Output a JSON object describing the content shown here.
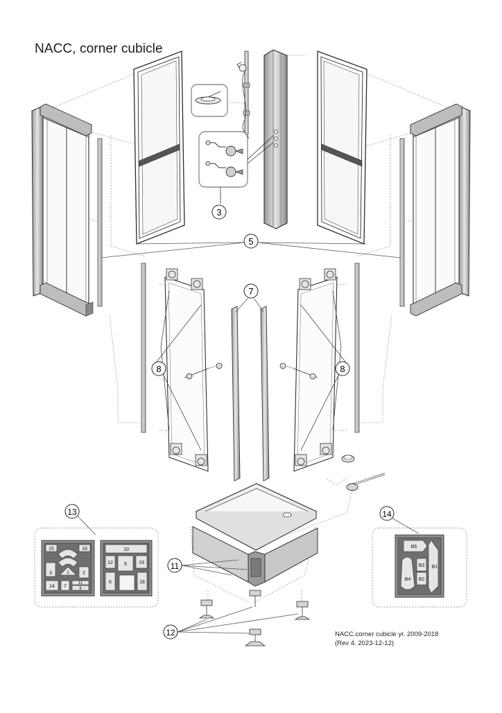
{
  "title": "NACC, corner cubicle",
  "footer": {
    "line1": "NACC.corner cubicle yr. 2009-2018",
    "line2": "(Rev 4. 2023-12-12)"
  },
  "callouts": {
    "c3": "3",
    "c5": "5",
    "c7": "7",
    "c8a": "8",
    "c8b": "8",
    "c11": "11",
    "c12": "12",
    "c13": "13",
    "c14": "14"
  },
  "kit13": {
    "left": [
      "15",
      "16",
      "3",
      "1",
      "2",
      "14",
      "7",
      "11",
      "8"
    ],
    "right": [
      "10",
      "12",
      "5",
      "19",
      "6",
      "18"
    ]
  },
  "kit14": [
    "B5",
    "B3",
    "B2",
    "B1",
    "B4"
  ]
}
